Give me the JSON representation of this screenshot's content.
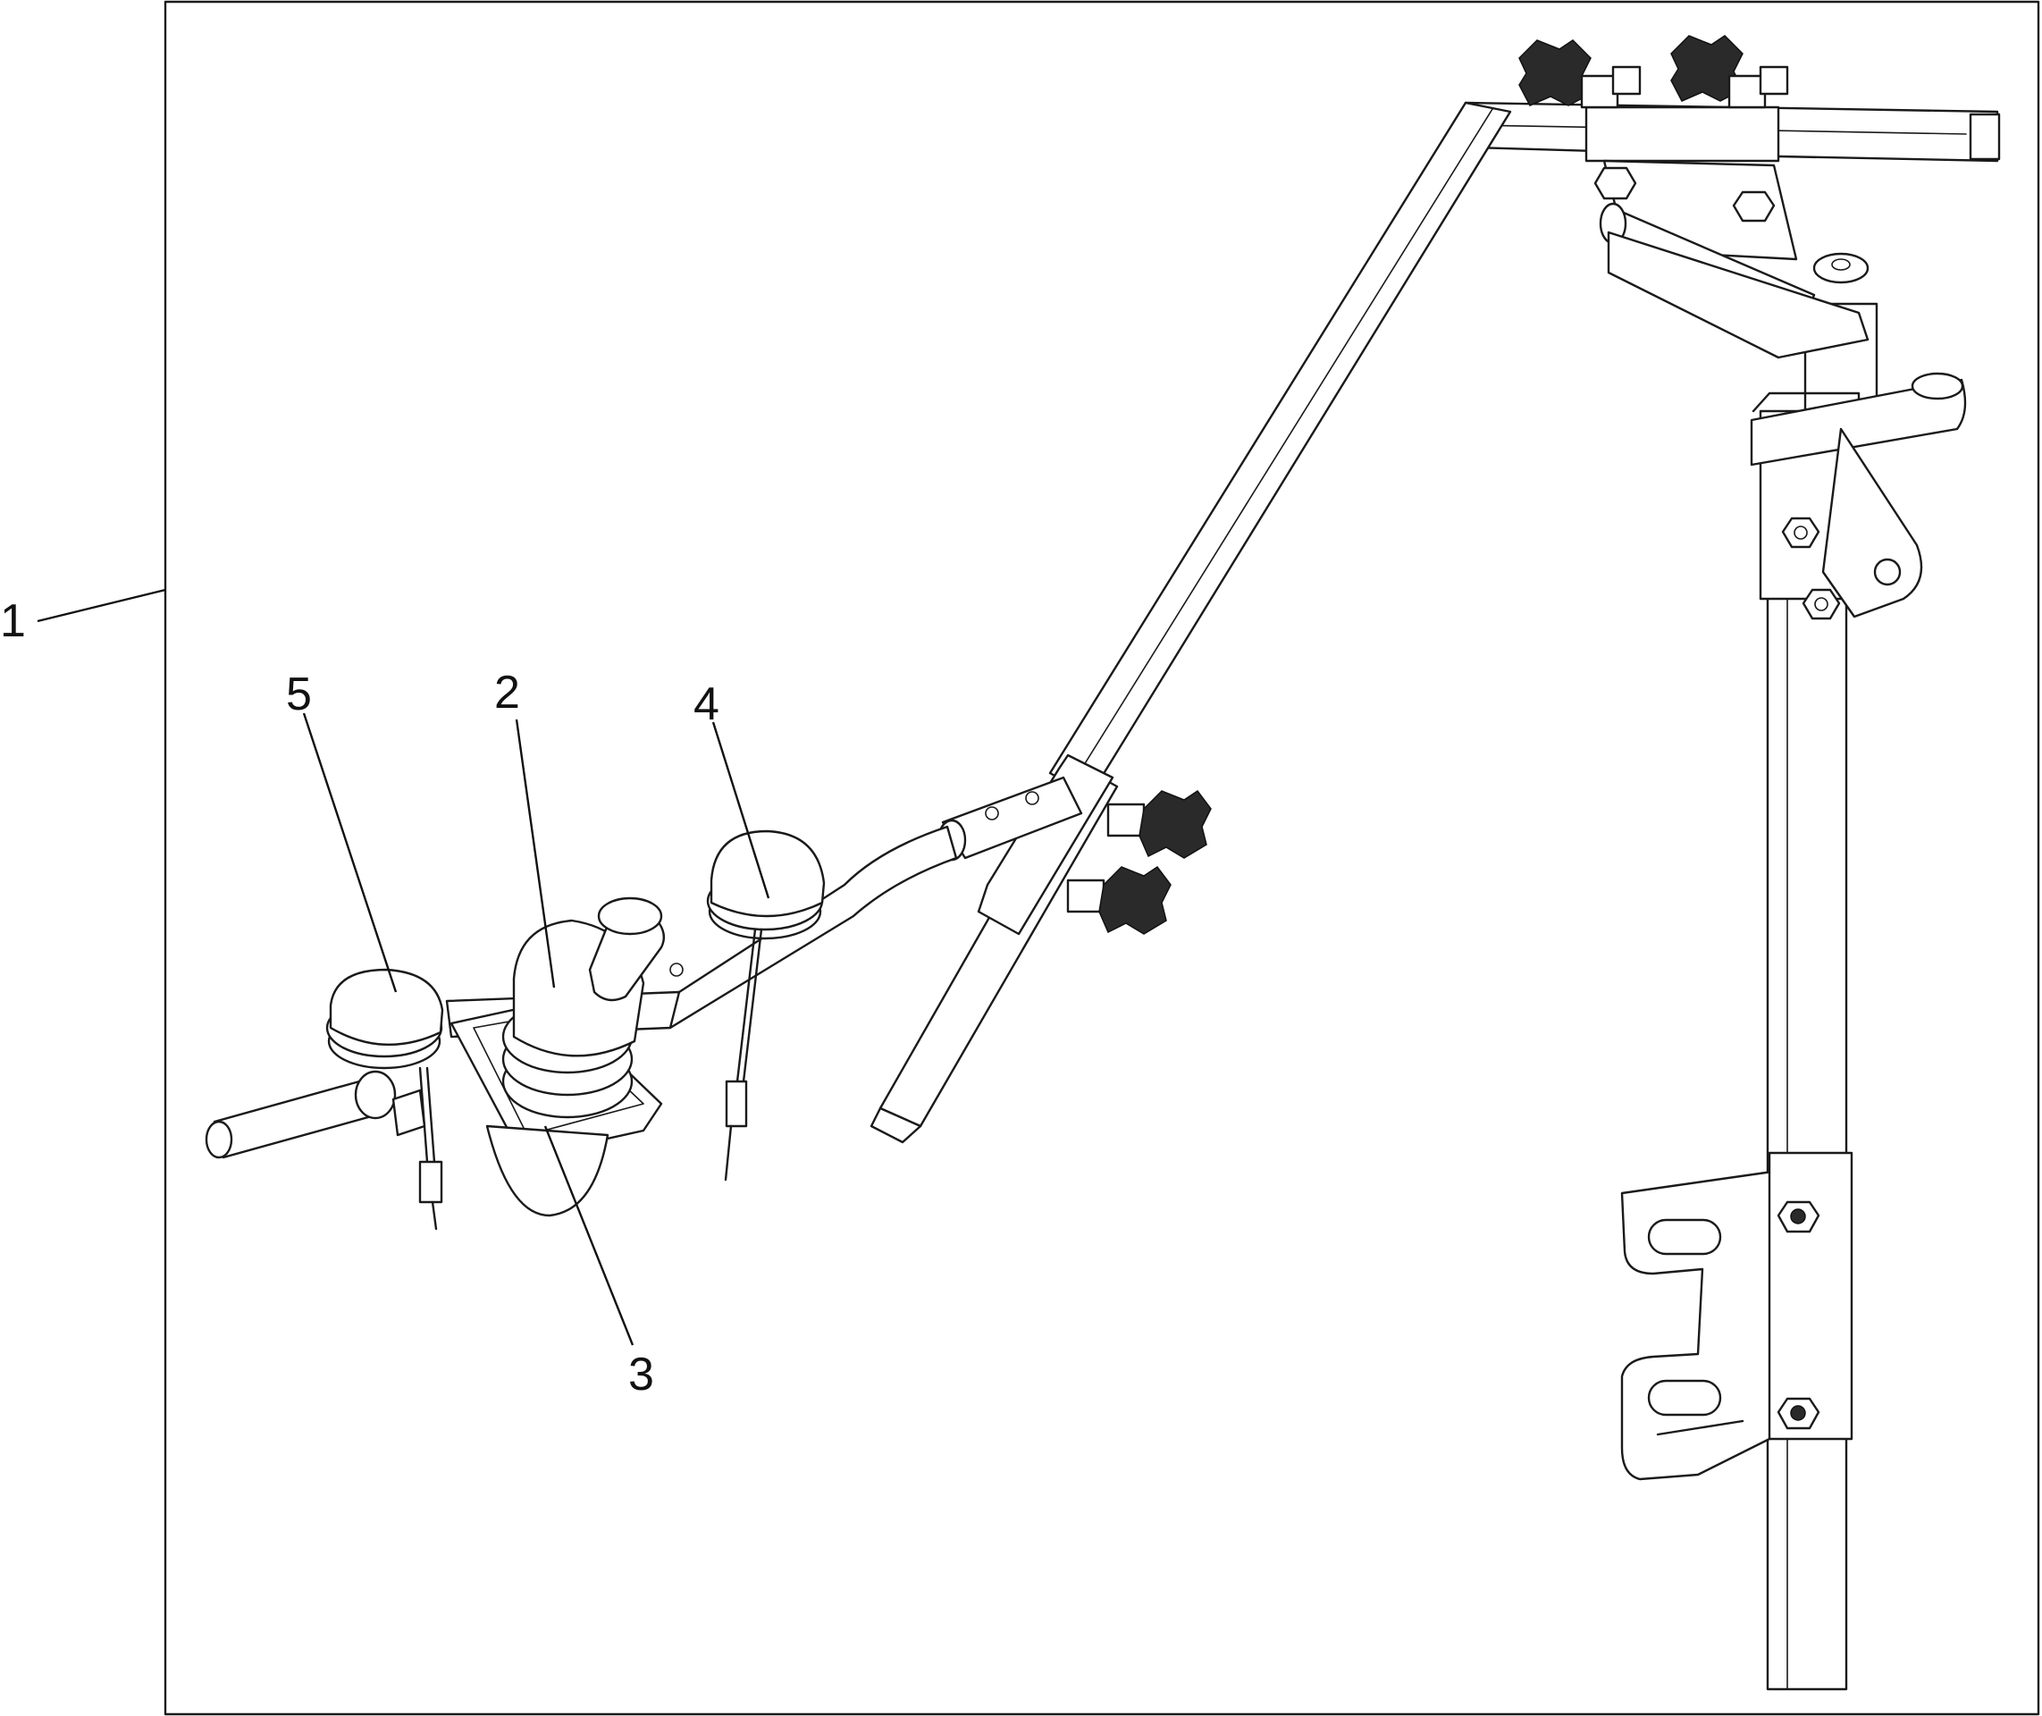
{
  "diagram": {
    "callouts": [
      {
        "id": "c1",
        "label": "1"
      },
      {
        "id": "c2",
        "label": "2"
      },
      {
        "id": "c3",
        "label": "3"
      },
      {
        "id": "c4",
        "label": "4"
      },
      {
        "id": "c5",
        "label": "5"
      }
    ],
    "colors": {
      "line": "#1a1a1a",
      "background": "#ffffff",
      "knob": "#2a2a2a"
    },
    "icons": [
      "star-knob-icon",
      "hex-nut-icon",
      "joystick-icon",
      "button-switch-icon"
    ]
  }
}
